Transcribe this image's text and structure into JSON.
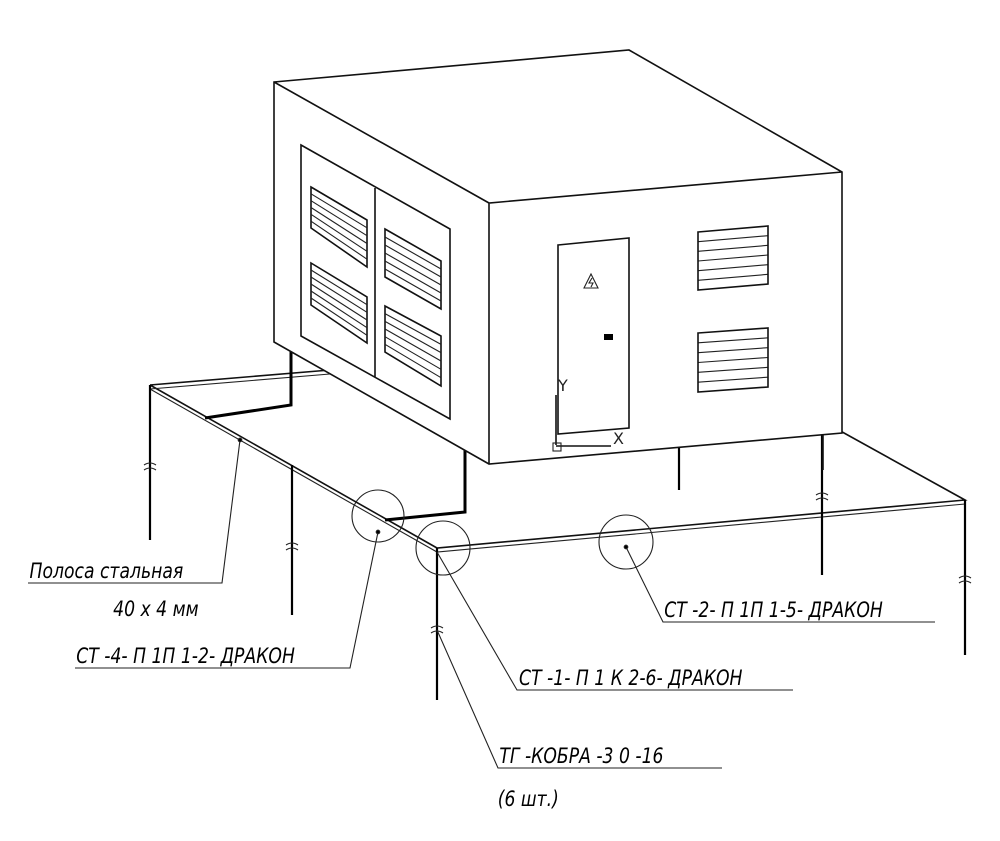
{
  "drawing": {
    "ucs": {
      "y_axis": "Y",
      "x_axis": "X"
    },
    "labels": {
      "strip_line1": "Полоса стальная",
      "strip_line2": "40 х 4  мм",
      "st4": "СТ -4- П 1П 1-2- ДРАКОН",
      "st1": "СТ -1- П 1 К 2-6- ДРАКОН",
      "st2": "СТ -2- П 1П 1-5- ДРАКОН",
      "tg": "ТГ -КОБРА -3 0 -16",
      "tg_qty": "(6  шт.)"
    }
  }
}
